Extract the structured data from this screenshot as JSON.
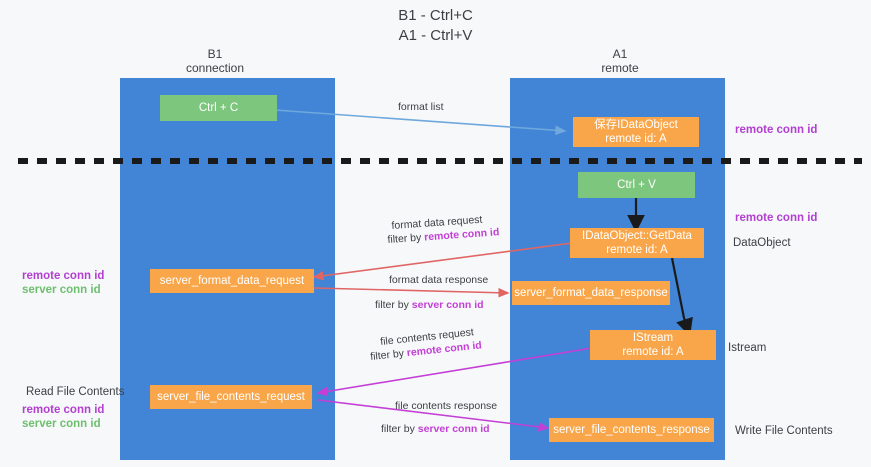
{
  "title": "B1 - Ctrl+C\nA1 - Ctrl+V",
  "colors": {
    "lane": "#4285d6",
    "node_orange": "#f9a64a",
    "node_green": "#7dc67d",
    "remote_conn_id": "#b23fd0",
    "server_conn_id": "#6ebf6e",
    "arrow_format_list": "#6fa8dc",
    "arrow_format_data": "#e06666",
    "arrow_file_contents": "#c43fd6",
    "arrow_internal": "#1a1a1a",
    "divider": "#1a1a1a"
  },
  "columns": [
    {
      "name": "b1",
      "header": "B1\nconnection"
    },
    {
      "name": "a1",
      "header": "A1\nremote"
    }
  ],
  "nodes": {
    "ctrl_c": "Ctrl + C",
    "save_idataobject": "保存IDataObject\nremote id: A",
    "ctrl_v": "Ctrl + V",
    "getdata": "IDataObject::GetData\nremote id: A",
    "server_format_data_request": "server_format_data_request",
    "server_format_data_response": "server_format_data_response",
    "istream": "IStream\nremote id: A",
    "server_file_contents_request": "server_file_contents_request",
    "server_file_contents_response": "server_file_contents_response"
  },
  "edges": {
    "format_list": "format list",
    "format_data_request": "format data request",
    "format_data_request_filter_prefix": "filter by ",
    "format_data_request_filter_value": "remote conn id",
    "format_data_response": "format data response",
    "format_data_response_filter_prefix": "filter by ",
    "format_data_response_filter_value": "server conn id",
    "file_contents_request": "file contents request",
    "file_contents_request_filter_prefix": "filter by ",
    "file_contents_request_filter_value": "remote conn id",
    "file_contents_response": "file contents response",
    "file_contents_response_filter_prefix": "filter by ",
    "file_contents_response_filter_value": "server conn id"
  },
  "right_labels": {
    "remote_conn_id_top": "remote conn id",
    "remote_conn_id_mid": "remote conn id",
    "dataobject": "DataObject",
    "istream": "Istream",
    "write_file_contents": "Write File Contents"
  },
  "left_labels": {
    "remote_conn_id_mid": "remote conn id",
    "server_conn_id_mid": "server conn id",
    "read_file_contents": "Read File Contents",
    "remote_conn_id_bottom": "remote conn id",
    "server_conn_id_bottom": "server conn id"
  }
}
